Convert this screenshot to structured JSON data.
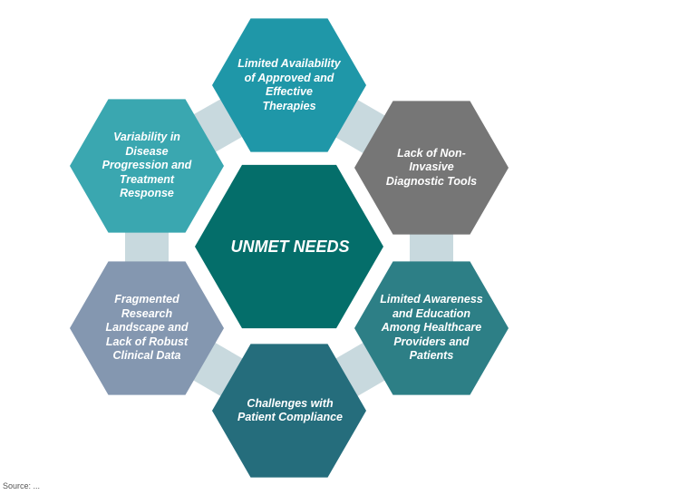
{
  "diagram": {
    "center": {
      "label": "UNMET NEEDS",
      "color": "#046e6a"
    },
    "nodes": [
      {
        "id": "top",
        "label": "Limited Availability of Approved and Effective Therapies",
        "color": "#1f97a8"
      },
      {
        "id": "upper-right",
        "label": "Lack of Non-Invasive Diagnostic Tools",
        "color": "#767676"
      },
      {
        "id": "lower-right",
        "label": "Limited Awareness and Education Among Healthcare Providers and Patients",
        "color": "#2d7f86"
      },
      {
        "id": "bottom",
        "label": "Challenges with Patient Compliance",
        "color": "#256d7c"
      },
      {
        "id": "lower-left",
        "label": "Fragmented Research Landscape and Lack of Robust Clinical Data",
        "color": "#8497b0"
      },
      {
        "id": "upper-left",
        "label": "Variability in Disease Progression and Treatment Response",
        "color": "#3aa7b0"
      }
    ],
    "connector_color": "#c8d9de"
  },
  "footnote": "Source: ..."
}
